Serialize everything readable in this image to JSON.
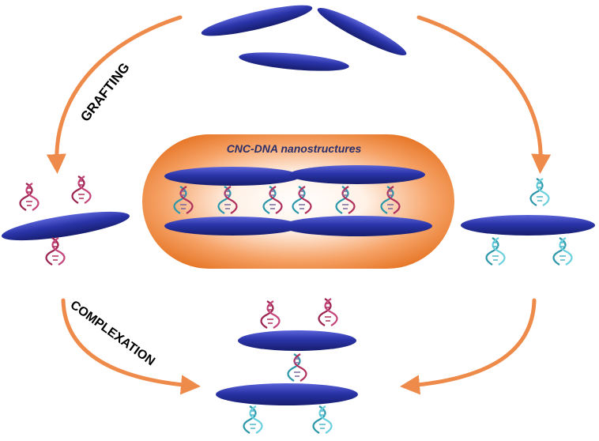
{
  "labels": {
    "grafting": "GRAFTING",
    "complexation": "COMPLEXATION",
    "nanostructures": "CNC-DNA nanostructures"
  },
  "colors": {
    "cnc": "#2a34a8",
    "arrow": "#ee8a4a",
    "dna_magenta": "#b0305e",
    "dna_cyan": "#4fb8c8",
    "capsule": "#ef7a2a"
  },
  "icons": [
    "cnc-rod",
    "dna-strand-magenta",
    "dna-strand-cyan",
    "process-arrow"
  ]
}
